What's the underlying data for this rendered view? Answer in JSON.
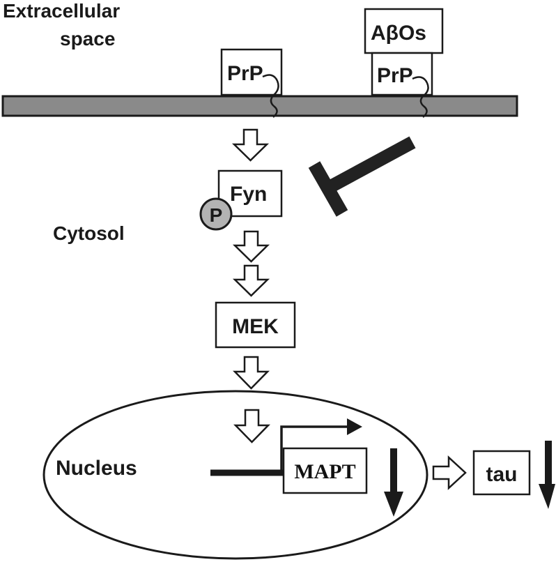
{
  "regions": {
    "extracellular_line1": "Extracellular",
    "extracellular_line2": "space",
    "cytosol": "Cytosol",
    "nucleus": "Nucleus"
  },
  "boxes": {
    "prp_left": "PrP",
    "abos": "AβOs",
    "prp_right": "PrP",
    "fyn": "Fyn",
    "phospho": "P",
    "mek": "MEK",
    "mapt": "MAPT",
    "tau": "tau"
  },
  "colors": {
    "membrane_fill": "#8a8a8a",
    "phospho_fill": "#b3b3b3",
    "stroke": "#1a1a1a",
    "inhibition": "#222222"
  }
}
